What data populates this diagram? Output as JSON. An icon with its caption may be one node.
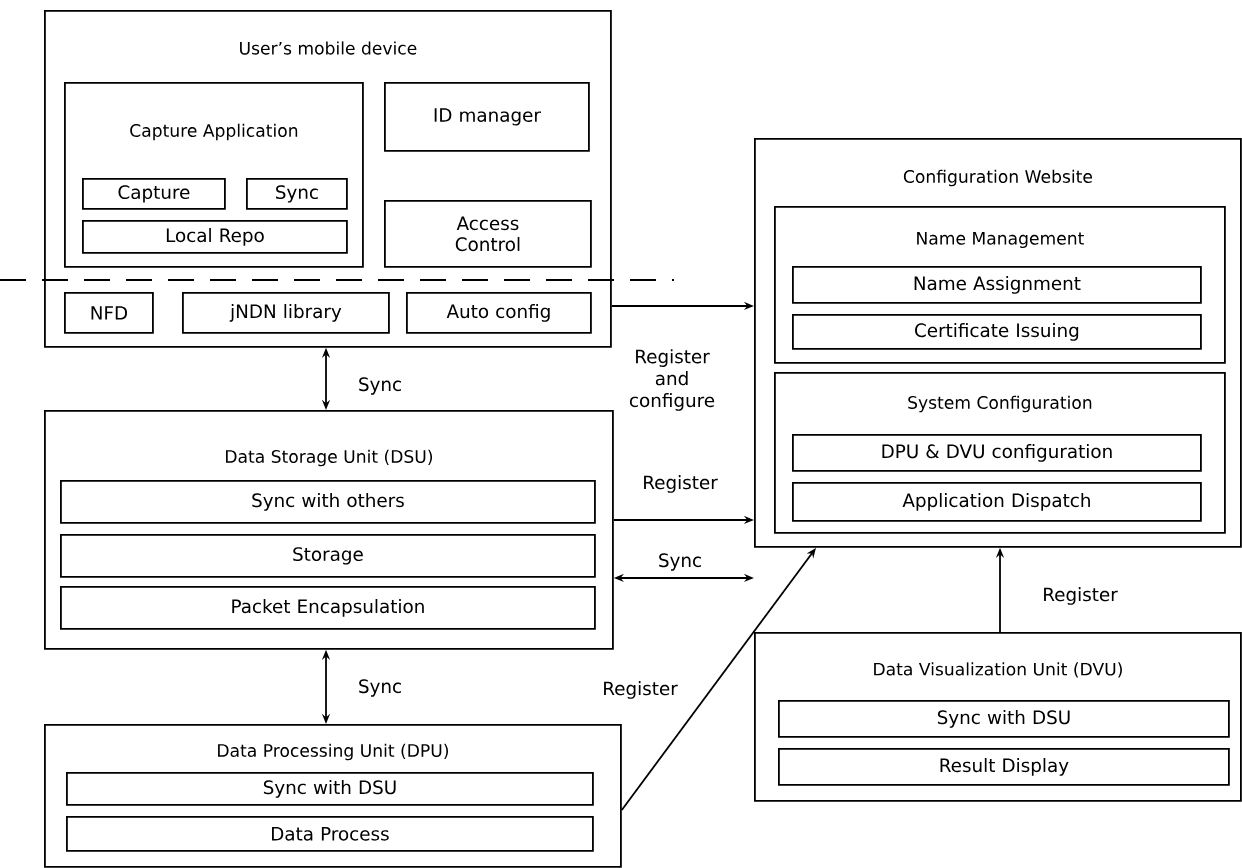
{
  "diagram": {
    "nodes": [
      {
        "text": [
          "User’s mobile device"
        ]
      },
      {
        "text": [
          "Capture Application"
        ],
        "in": 0
      },
      {
        "text": [
          "Capture"
        ],
        "in": 1
      },
      {
        "text": [
          "Sync"
        ],
        "in": 1
      },
      {
        "text": [
          "Local Repo"
        ],
        "in": 1
      },
      {
        "text": [
          "ID manager"
        ],
        "in": 0
      },
      {
        "text": [
          "Access Control"
        ],
        "in": 0
      },
      {
        "text": [
          "NFD"
        ],
        "in": 0
      },
      {
        "text": [
          "jNDN library"
        ],
        "in": 0
      },
      {
        "text": [
          "Auto config"
        ],
        "in": 0
      },
      {
        "text": [
          "Configuration Website"
        ]
      },
      {
        "text": [
          "Name Management"
        ],
        "in": 10
      },
      {
        "text": [
          "Name Assignment"
        ],
        "in": 11
      },
      {
        "text": [
          "Certificate Issuing"
        ],
        "in": 11
      },
      {
        "text": [
          "System Configuration"
        ],
        "in": 10
      },
      {
        "text": [
          "DPU & DVU configuration"
        ],
        "in": 14
      },
      {
        "text": [
          "Application Dispatch"
        ],
        "in": 14
      },
      {
        "text": [
          "Data Storage Unit (DSU)"
        ]
      },
      {
        "text": [
          "Sync with others"
        ],
        "in": 17
      },
      {
        "text": [
          "Storage"
        ],
        "in": 17
      },
      {
        "text": [
          "Packet Encapsulation"
        ],
        "in": 17
      },
      {
        "text": [
          "Data Processing Unit (DPU)"
        ]
      },
      {
        "text": [
          "Sync with DSU"
        ],
        "in": 21
      },
      {
        "text": [
          "Data Process"
        ],
        "in": 21
      },
      {
        "text": [
          "Data Visualization Unit (DVU)"
        ]
      },
      {
        "text": [
          "Sync with DSU"
        ],
        "in": 24
      },
      {
        "text": [
          "Result Display"
        ],
        "in": 24
      }
    ],
    "edges": [
      {
        "from": 0,
        "to": 17,
        "arrow": "both",
        "label": "Sync"
      },
      {
        "from": 0,
        "to": 10,
        "arrow": "to",
        "label": "Register and configure"
      },
      {
        "from": 17,
        "to": 10,
        "arrow": "to",
        "label": "Register"
      },
      {
        "from": 17,
        "to": 24,
        "arrow": "both",
        "label": "Sync"
      },
      {
        "from": 17,
        "to": 21,
        "arrow": "both",
        "label": "Sync"
      },
      {
        "from": 21,
        "to": 10,
        "arrow": "to",
        "label": "Register"
      },
      {
        "from": 24,
        "to": 10,
        "arrow": "to",
        "label": "Register"
      }
    ]
  }
}
